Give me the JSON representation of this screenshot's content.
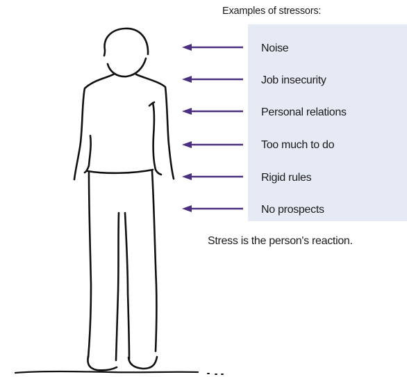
{
  "header": {
    "title": "Examples of stressors:"
  },
  "stressors": [
    {
      "label": "Noise"
    },
    {
      "label": "Job insecurity"
    },
    {
      "label": "Personal relations"
    },
    {
      "label": "Too much to do"
    },
    {
      "label": "Rigid rules"
    },
    {
      "label": "No prospects"
    }
  ],
  "footer": {
    "note": "Stress is the person's reaction."
  },
  "colors": {
    "arrow": "#4b2f7f",
    "box": "#e6eaf5",
    "figure_stroke": "#111111",
    "text": "#1a1a1a"
  }
}
